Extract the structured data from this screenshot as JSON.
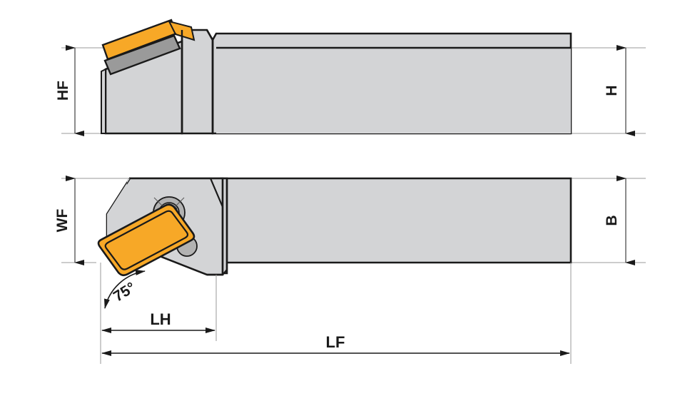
{
  "drawing": {
    "title": "Lathe turning tool holder dimension drawing",
    "views": [
      {
        "id": "side-view",
        "name": "side-elevation"
      },
      {
        "id": "top-view",
        "name": "plan-view"
      }
    ]
  },
  "dimensions": {
    "hf": "HF",
    "h": "H",
    "wf": "WF",
    "b": "B",
    "lh": "LH",
    "lf": "LF",
    "angle": "75°"
  },
  "colors": {
    "insert": "#f7a827",
    "insert_edge": "#1a1a1a",
    "shank": "#d3d4d6",
    "shim": "#9a9a9a",
    "screw": "#b2b2b2",
    "screw_socket": "#8d8d8d",
    "outline": "#1a1a1a",
    "dimension_line": "#4d4d4d",
    "extension_line": "#9a9a9a",
    "background": "#ffffff"
  },
  "components": {
    "insert_side": "cutting-insert",
    "shim_side": "shim-plate",
    "head_side": "tool-head",
    "shank_side": "tool-shank",
    "insert_top": "cutting-insert",
    "head_top": "tool-head",
    "shank_top": "tool-shank",
    "clamp_screw": "clamp-screw"
  }
}
